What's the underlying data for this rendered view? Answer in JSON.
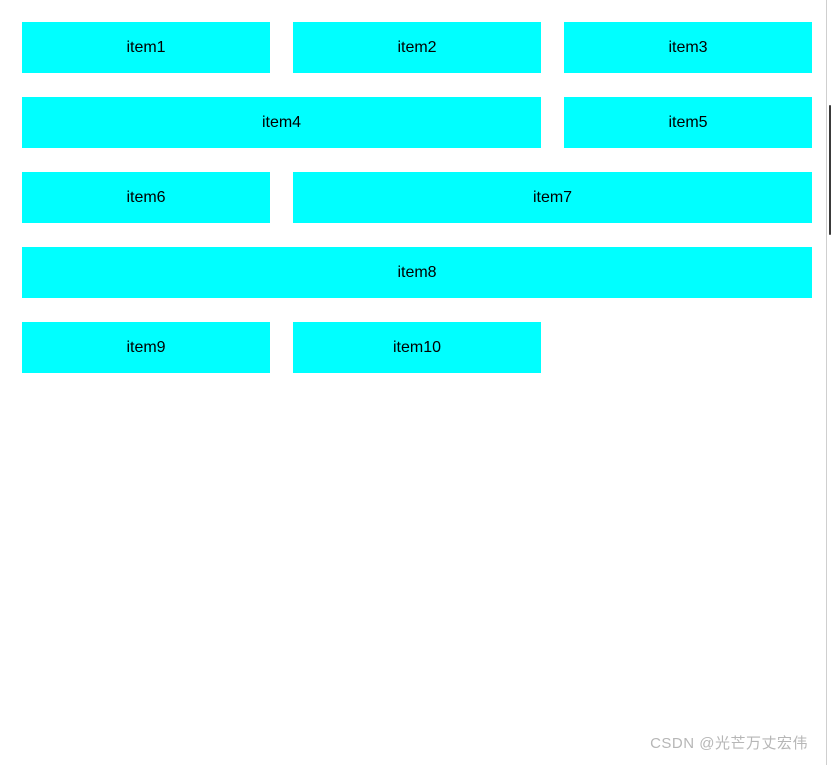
{
  "page": {
    "background_color": "#ffffff",
    "item_color": "#00ffff",
    "item_text_color": "#000000"
  },
  "grid": {
    "columns": 3,
    "items": [
      {
        "label": "item1",
        "span": 1
      },
      {
        "label": "item2",
        "span": 1
      },
      {
        "label": "item3",
        "span": 1
      },
      {
        "label": "item4",
        "span": 2
      },
      {
        "label": "item5",
        "span": 1
      },
      {
        "label": "item6",
        "span": 1
      },
      {
        "label": "item7",
        "span": 2
      },
      {
        "label": "item8",
        "span": 3
      },
      {
        "label": "item9",
        "span": 1
      },
      {
        "label": "item10",
        "span": 1
      }
    ]
  },
  "scrollbar": {
    "orientation": "vertical",
    "thumb_color": "#3a3a3a",
    "track_color": "#ffffff"
  },
  "watermark": {
    "text": "CSDN @光芒万丈宏伟",
    "color": "#b6b6b6"
  }
}
